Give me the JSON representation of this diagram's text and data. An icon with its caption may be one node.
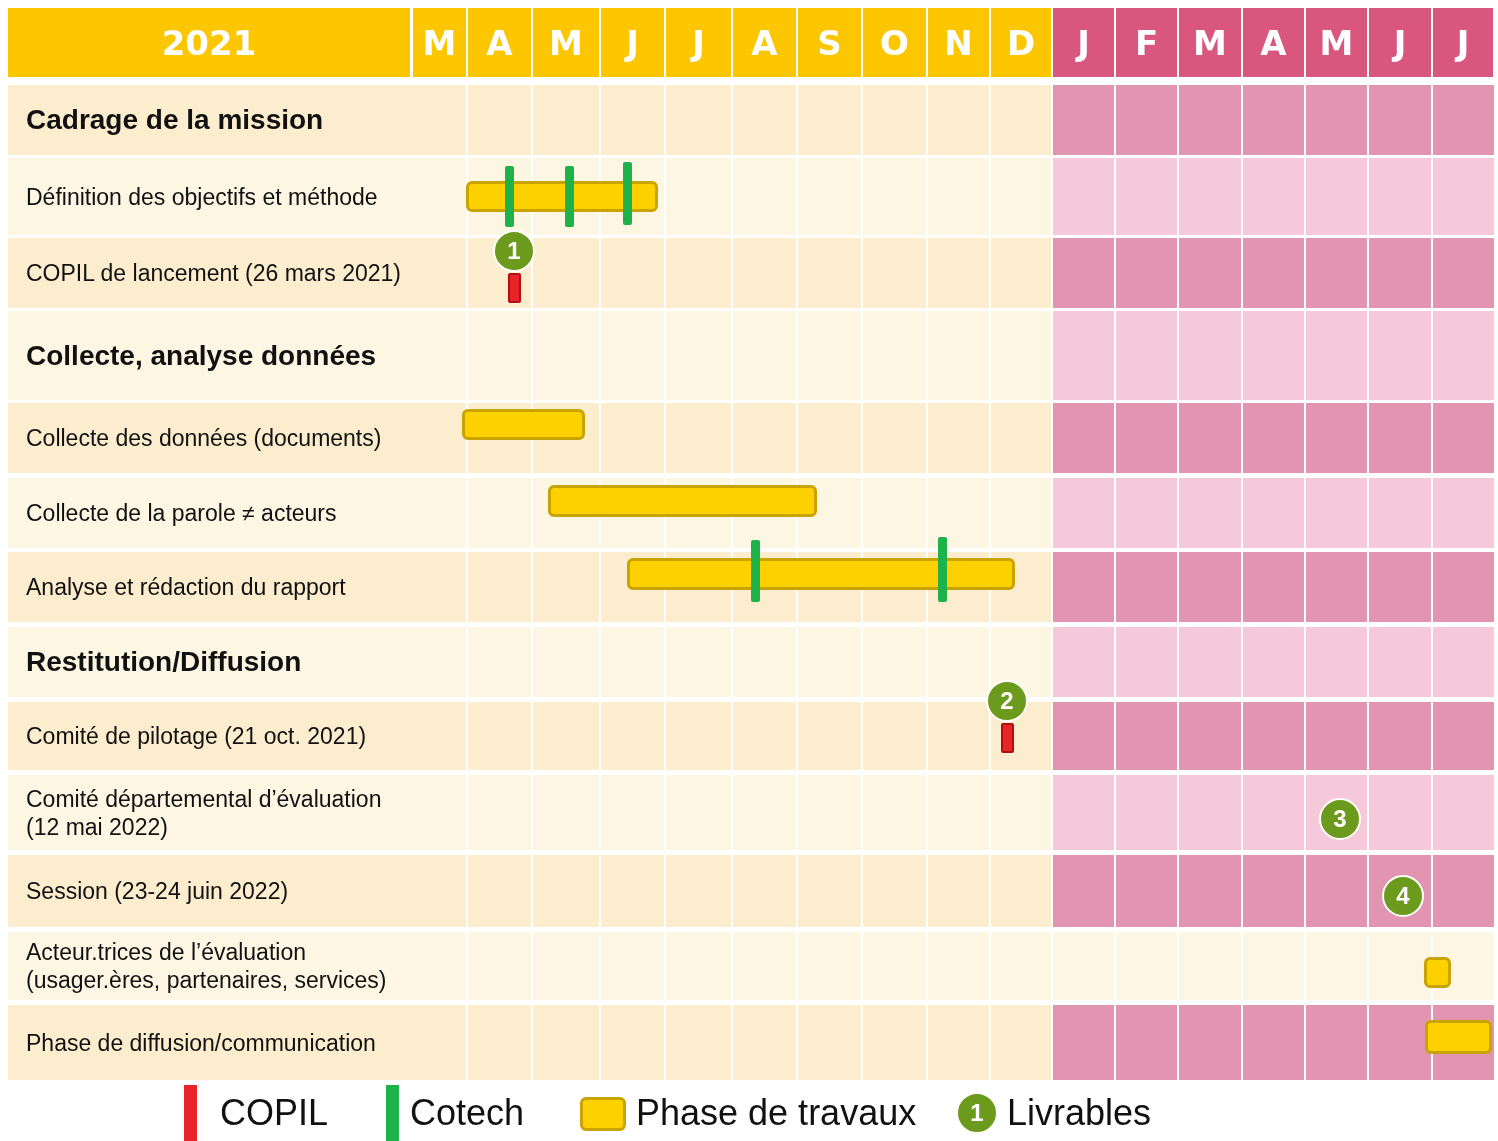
{
  "diagram": {
    "labels": [
      "2021",
      "M",
      "A",
      "M",
      "J",
      "J",
      "A",
      "S",
      "O",
      "N",
      "D",
      "J",
      "F",
      "M",
      "A",
      "M",
      "J",
      "J",
      "Cadrage de la mission",
      "Définition des objectifs et méthode",
      "COPIL de lancement (26 mars 2021)",
      "1",
      "Collecte, analyse données",
      "Collecte des données (documents)",
      "Collecte de la parole ≠ acteurs",
      "Analyse et rédaction du rapport",
      "Restitution/Diffusion",
      "2",
      "Comité de pilotage (21 oct. 2021)",
      "Comité départemental d’évaluation (12 mai 2022)",
      "3",
      "Session (23-24 juin 2022)",
      "4",
      "Acteur.trices de l’évaluation (usager.ères, partenaires, services)",
      "Phase de diffusion/communication",
      "1"
    ],
    "nodes": [
      {
        "text": [],
        "shape": "bar"
      },
      {
        "text": [],
        "shape": "bar"
      },
      {
        "text": [],
        "shape": "bar"
      },
      {
        "text": [],
        "shape": "bar"
      },
      {
        "text": [],
        "shape": "bar"
      },
      {
        "text": [],
        "shape": "bar"
      }
    ],
    "legend": [
      {
        "text": "COPIL",
        "color": "#e8232a"
      },
      {
        "text": "Cotech",
        "color": "#1db34a"
      },
      {
        "text": "Phase de travaux",
        "color": "#fdd000"
      },
      {
        "text": "Livrables",
        "color": "#6b9a1c"
      }
    ]
  }
}
